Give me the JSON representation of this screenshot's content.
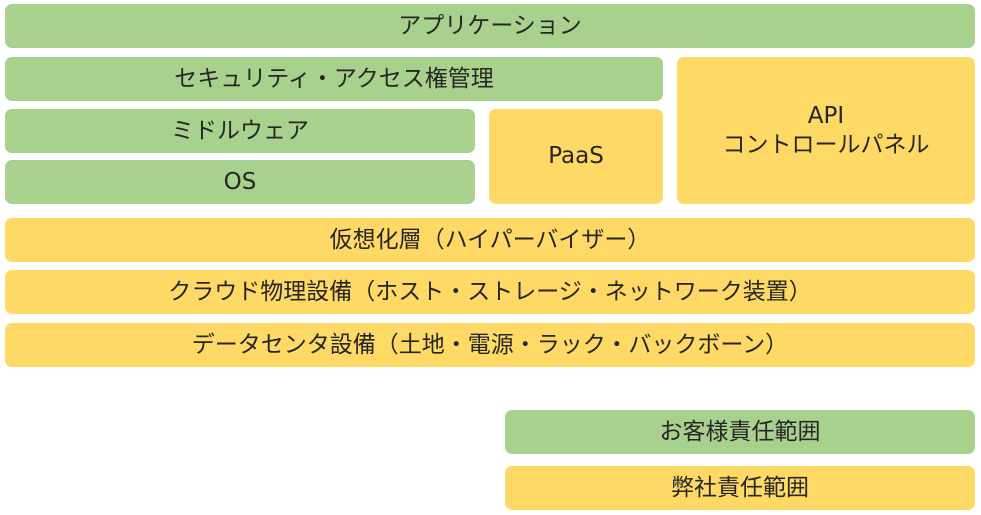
{
  "colors": {
    "customer_responsibility": "#a9d18e",
    "provider_responsibility": "#ffd966",
    "text": "#262626"
  },
  "layers": {
    "application": "アプリケーション",
    "security_access": "セキュリティ・アクセス権管理",
    "middleware": "ミドルウェア",
    "os": "OS",
    "paas": "PaaS",
    "api_line1": "API",
    "api_line2": "コントロールパネル",
    "hypervisor": "仮想化層（ハイパーバイザー）",
    "cloud_facilities": "クラウド物理設備（ホスト・ストレージ・ネットワーク装置）",
    "datacenter": "データセンタ設備（土地・電源・ラック・バックボーン）"
  },
  "legend": {
    "customer": "お客様責任範囲",
    "provider": "弊社責任範囲"
  }
}
